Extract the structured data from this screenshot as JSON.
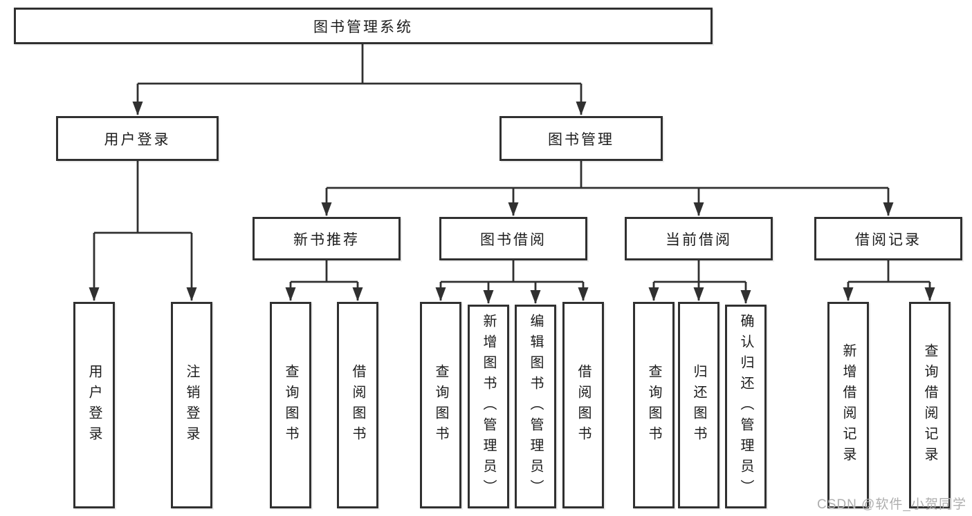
{
  "diagram_type": "hierarchy-tree",
  "tree": {
    "label": "图书管理系统",
    "children": [
      {
        "label": "用户登录",
        "children": [
          {
            "label": "用户登录"
          },
          {
            "label": "注销登录"
          }
        ]
      },
      {
        "label": "图书管理",
        "children": [
          {
            "label": "新书推荐",
            "children": [
              {
                "label": "查询图书"
              },
              {
                "label": "借阅图书"
              }
            ]
          },
          {
            "label": "图书借阅",
            "children": [
              {
                "label": "查询图书"
              },
              {
                "label": "新增图书（管理员）"
              },
              {
                "label": "编辑图书（管理员）"
              },
              {
                "label": "借阅图书"
              }
            ]
          },
          {
            "label": "当前借阅",
            "children": [
              {
                "label": "查询图书"
              },
              {
                "label": "归还图书"
              },
              {
                "label": "确认归还（管理员）"
              }
            ]
          },
          {
            "label": "借阅记录",
            "children": [
              {
                "label": "新增借阅记录"
              },
              {
                "label": "查询借阅记录"
              }
            ]
          }
        ]
      }
    ]
  },
  "watermark": {
    "text": "CSDN @软件_小贺同学"
  },
  "colors": {
    "line": "#303030",
    "box_border": "#303030",
    "text": "#1c1c1c",
    "watermark": "#aeaeae",
    "background": "#ffffff"
  }
}
